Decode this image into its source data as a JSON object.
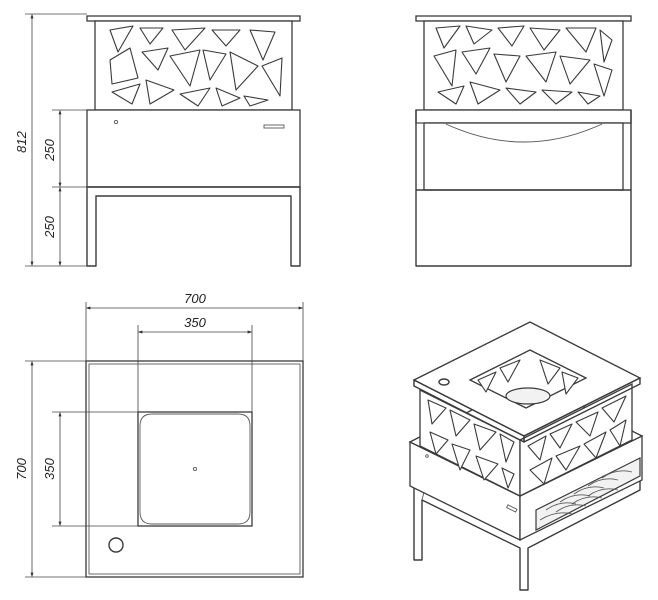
{
  "views": {
    "front": {
      "dim_total_height": "812",
      "dim_body_height": "250",
      "dim_leg_height": "250"
    },
    "top": {
      "dim_total_width": "700",
      "dim_opening_width": "350",
      "dim_total_depth": "700",
      "dim_opening_depth": "350"
    },
    "side": {},
    "isometric": {}
  }
}
